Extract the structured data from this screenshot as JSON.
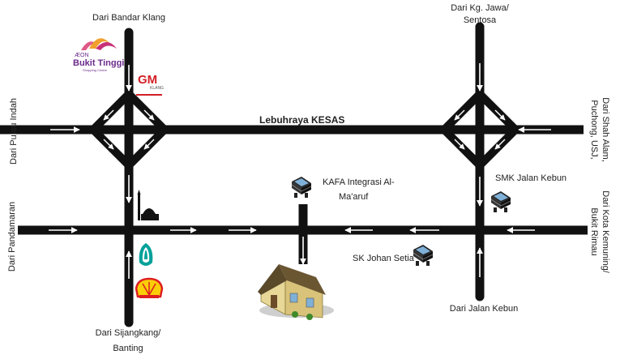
{
  "colors": {
    "road": "#111111",
    "arrow": "#ffffff",
    "background": "#ffffff",
    "aeon_purple": "#6a2a8a",
    "gm_red": "#d21f26",
    "petronas_green": "#00a19a",
    "shell_red": "#dd1d21",
    "shell_yellow": "#fbce07"
  },
  "road_name": "Lebuhraya KESAS",
  "labels": {
    "from_bandar_klang": "Dari Bandar Klang",
    "from_kg_jawa_1": "Dari Kg. Jawa/",
    "from_kg_jawa_2": "Sentosa",
    "from_pulau_indah": "Dari Pulau Indah",
    "from_shah_alam_1": "Dari Shah Alam,",
    "from_shah_alam_2": "Puchong, USJ,",
    "from_pandamaran": "Dari Pandamaran",
    "from_kota_kemuning_1": "Dari Kota Kemuning/",
    "from_kota_kemuning_2": "Bukit Rimau",
    "from_sijangkang_1": "Dari Sijangkang/",
    "from_sijangkang_2": "Banting",
    "from_jalan_kebun": "Dari Jalan Kebun"
  },
  "landmarks": {
    "kafa_1": "KAFA Integrasi Al-",
    "kafa_2": "Ma'aruf",
    "smk_jalan_kebun": "SMK Jalan Kebun",
    "sk_johan_setia": "SK Johan Setia"
  },
  "logos": {
    "aeon_text": "ÆON",
    "aeon_name": "Bukit Tinggi",
    "aeon_sub": "Shopping Centre",
    "gm_text": "GM",
    "gm_sub": "KLANG"
  },
  "icons": [
    "school-icon",
    "mosque-icon",
    "petronas-icon",
    "shell-icon",
    "house-icon",
    "aeon-logo",
    "gm-logo"
  ]
}
